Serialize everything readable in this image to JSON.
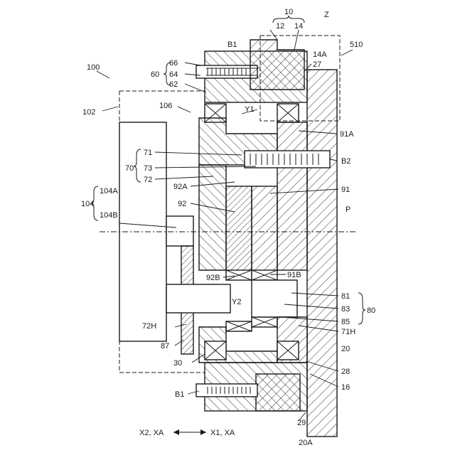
{
  "figure": {
    "labels": {
      "l100": "100",
      "l102": "102",
      "l104": "104",
      "l104a": "104A",
      "l104b": "104B",
      "l106": "106",
      "l10": "10",
      "l12": "12",
      "l14": "14",
      "l14a": "14A",
      "lz": "Z",
      "l510": "510",
      "lb1top": "B1",
      "lb1bot": "B1",
      "l60": "60",
      "l62": "62",
      "l64": "64",
      "l66": "66",
      "l27": "27",
      "ly1": "Y1",
      "l91a": "91A",
      "lb2": "B2",
      "l70": "70",
      "l71": "71",
      "l72": "72",
      "l73": "73",
      "l92a": "92A",
      "l91": "91",
      "l92": "92",
      "lp": "P",
      "l92b": "92B",
      "l91b": "91B",
      "l81": "81",
      "l83": "83",
      "l85": "85",
      "l80": "80",
      "ly2": "Y2",
      "l72h": "72H",
      "l71h": "71H",
      "l87": "87",
      "l20": "20",
      "l30": "30",
      "l28": "28",
      "l16": "16",
      "l29": "29",
      "l20a": "20A",
      "dir_left": "X2, XA",
      "dir_right": "X1, XA"
    }
  }
}
